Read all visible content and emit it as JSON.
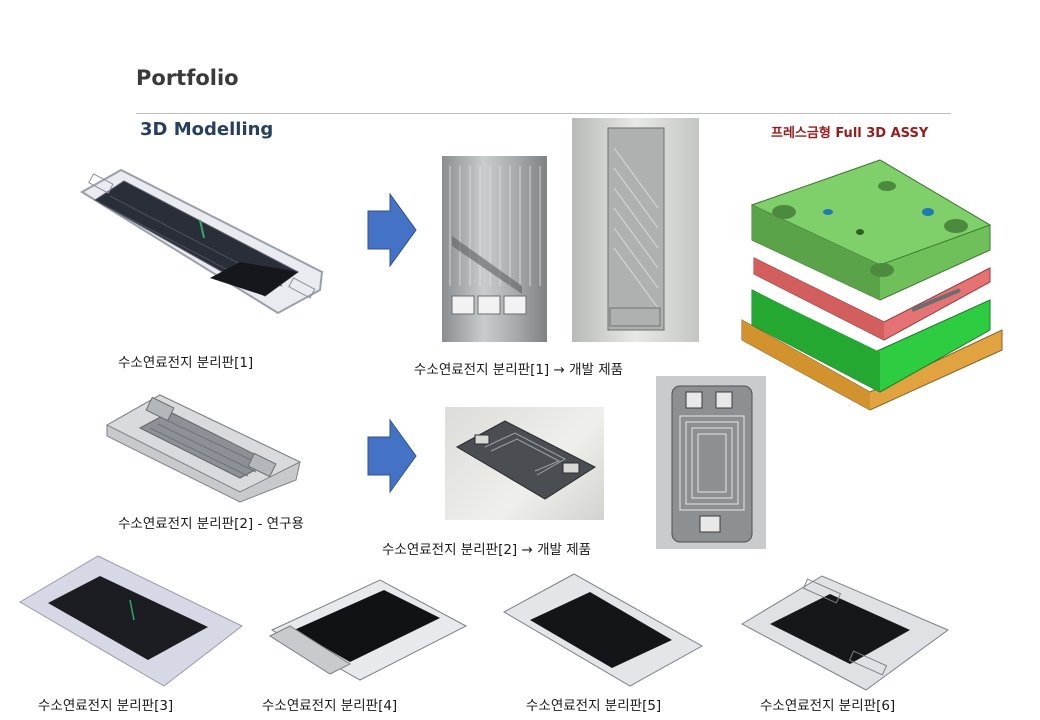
{
  "page": {
    "title": "Portfolio",
    "section": "3D Modelling",
    "press_label": "프레스금형 Full 3D ASSY"
  },
  "captions": {
    "plate1": "수소연료전지 분리판[1]",
    "plate1_product": "수소연료전지 분리판[1] → 개발 제품",
    "plate2": "수소연료전지 분리판[2] - 연구용",
    "plate2_product": "수소연료전지 분리판[2] → 개발 제품",
    "plate3": "수소연료전지 분리판[3]",
    "plate4": "수소연료전지 분리판[4]",
    "plate5": "수소연료전지 분리판[5]",
    "plate6": "수소연료전지 분리판[6]"
  },
  "colors": {
    "title": "#3a3a3a",
    "section": "#243f60",
    "press_label": "#9b1b1b",
    "arrow": "#4472c4"
  }
}
